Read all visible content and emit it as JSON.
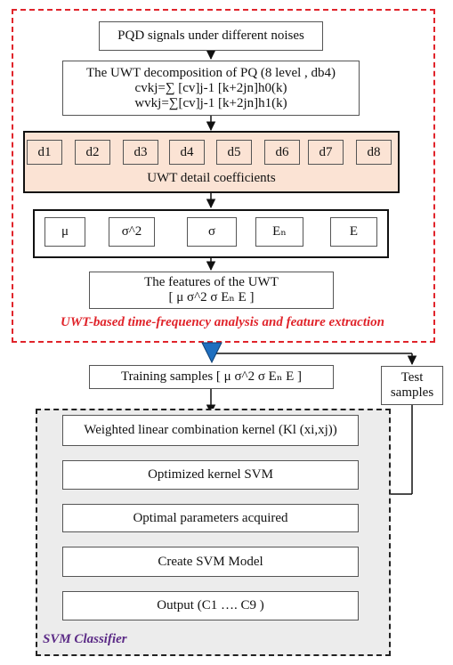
{
  "uwt_section": {
    "label": "UWT-based time-frequency analysis and feature extraction",
    "label_color": "#e0242b",
    "border_color": "#e0242b",
    "input_box": "PQD signals under different noises",
    "decomposition": {
      "title": "The UWT decomposition of PQ (8 level , db4)",
      "eq1": "cvkj=∑ [cv]j-1 [k+2jn]h0(k)",
      "eq2": "wvkj=∑[cv]j-1 [k+2jn]h1(k)"
    },
    "detail_coefficients": {
      "items": [
        "d1",
        "d2",
        "d3",
        "d4",
        "d5",
        "d6",
        "d7",
        "d8"
      ],
      "caption": "UWT detail coefficients",
      "fill_color": "#fbe3d4"
    },
    "features": [
      "μ",
      "σ^2",
      "σ",
      "Eₙ",
      "E"
    ],
    "features_box": {
      "line1": "The features of the UWT",
      "line2": "[ μ σ^2  σ Eₙ E ]"
    }
  },
  "training_samples": "Training samples [ μ σ^2  σ Eₙ E ]",
  "test_samples": {
    "line1": "Test",
    "line2": "samples"
  },
  "svm_section": {
    "label": "SVM Classifier",
    "label_color": "#5b2a86",
    "fill_color": "#ececec",
    "steps": [
      "Weighted linear combination kernel (Kl (xi,xj))",
      "Optimized kernel SVM",
      "Optimal parameters acquired",
      "Create SVM Model",
      "Output (C1  ….  C9 )"
    ]
  },
  "arrow_color": "#1f6fbf"
}
